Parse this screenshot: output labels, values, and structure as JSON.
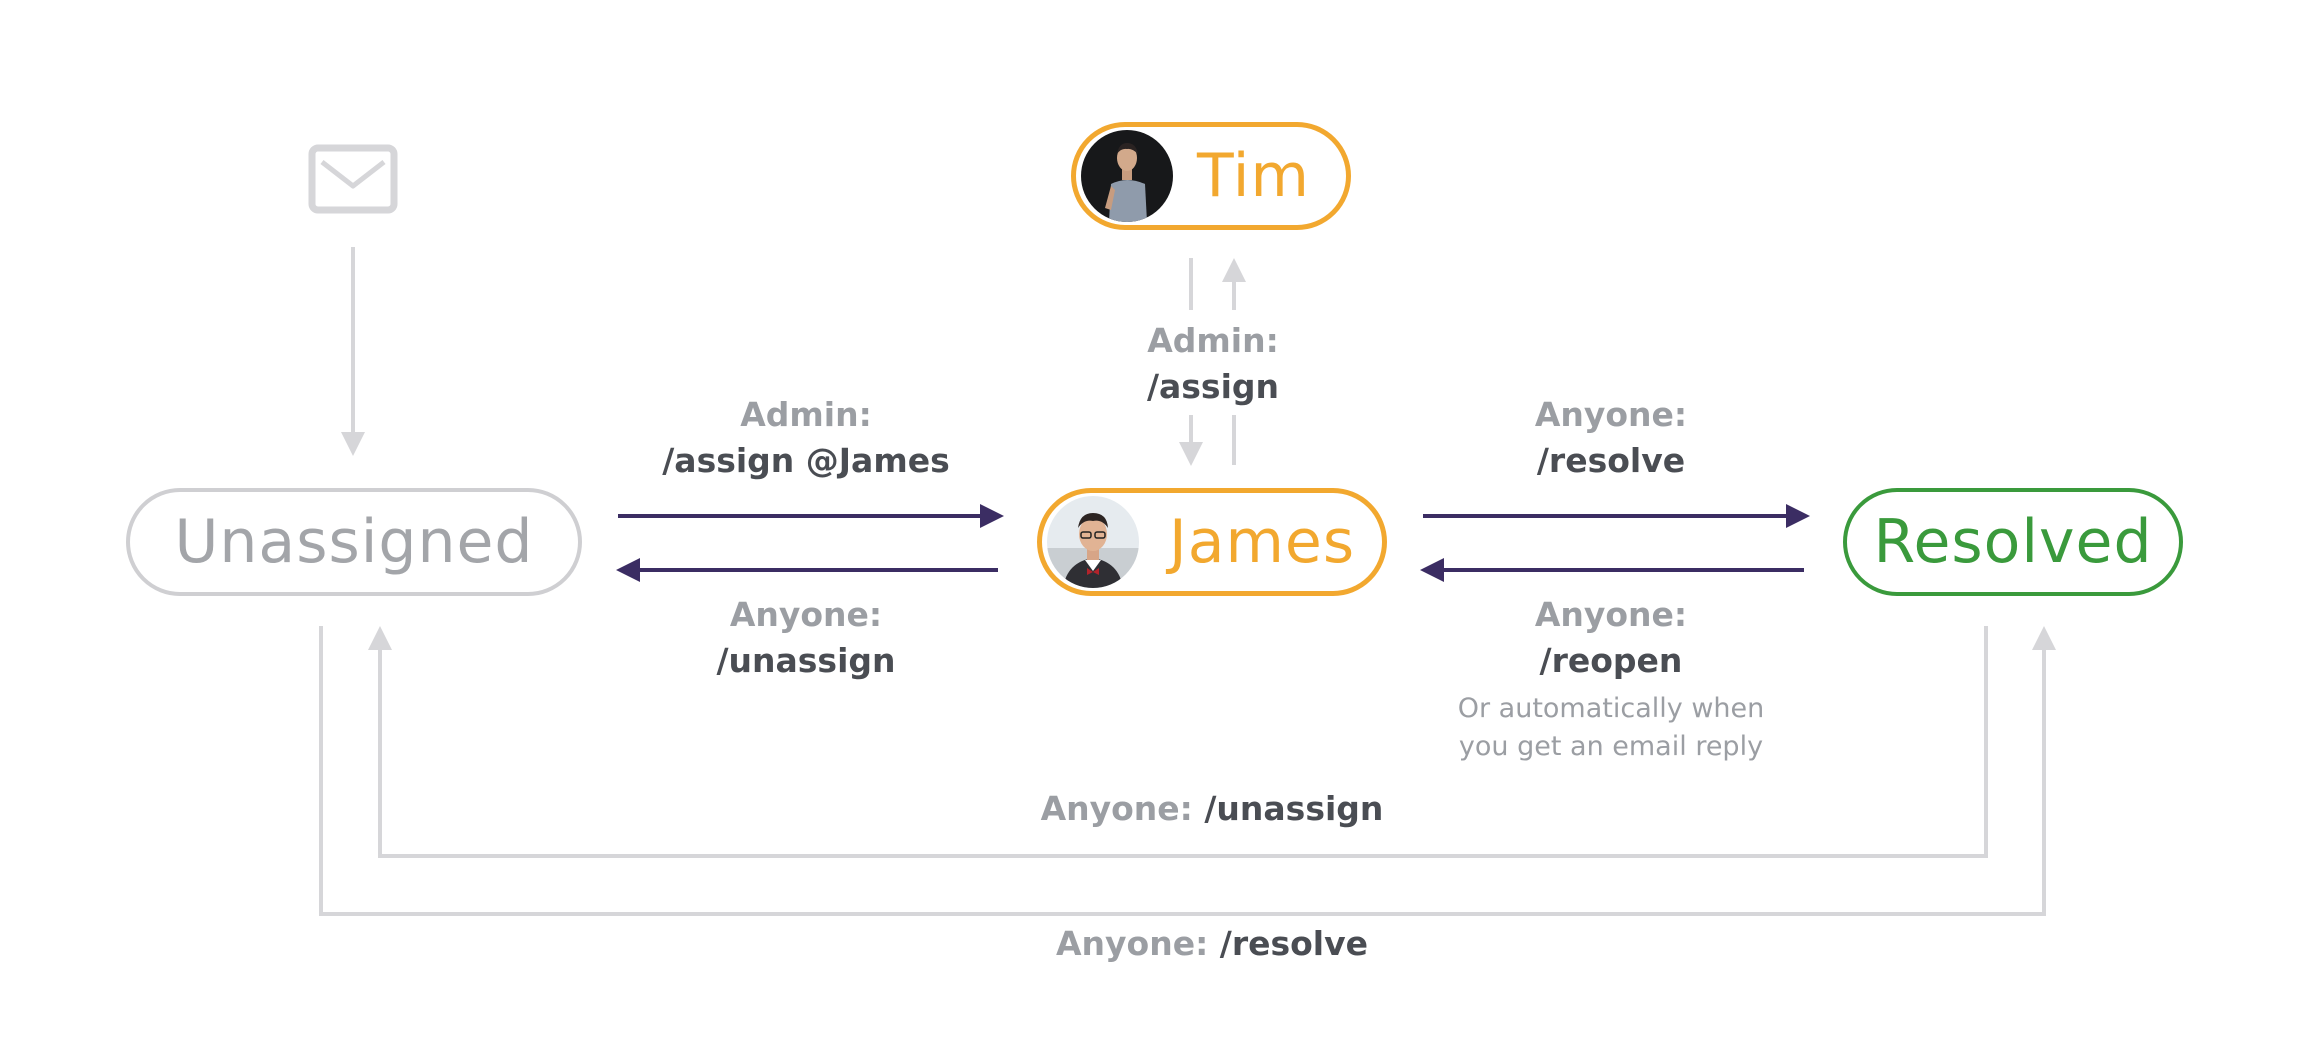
{
  "nodes": {
    "unassigned": "Unassigned",
    "james": "James",
    "tim": "Tim",
    "resolved": "Resolved"
  },
  "labels": {
    "admin_assign_james": {
      "role": "Admin:",
      "cmd": "/assign @James"
    },
    "anyone_unassign_top": {
      "role": "Anyone:",
      "cmd": "/unassign"
    },
    "admin_assign_tim": {
      "role": "Admin:",
      "cmd": "/assign"
    },
    "anyone_resolve": {
      "role": "Anyone:",
      "cmd": "/resolve"
    },
    "anyone_reopen": {
      "role": "Anyone:",
      "cmd": "/reopen",
      "note1": "Or automatically when",
      "note2": "you get an email reply"
    },
    "bottom_unassign": {
      "role": "Anyone:",
      "cmd": "/unassign"
    },
    "bottom_resolve": {
      "role": "Anyone:",
      "cmd": "/resolve"
    }
  },
  "icons": {
    "incoming": "envelope-icon"
  },
  "colors": {
    "assigned": "#f2a82f",
    "resolved": "#3a9a3c",
    "unassigned": "#cfcfd2",
    "arrow_dark": "#3b2d63",
    "arrow_light": "#d6d6d9"
  }
}
